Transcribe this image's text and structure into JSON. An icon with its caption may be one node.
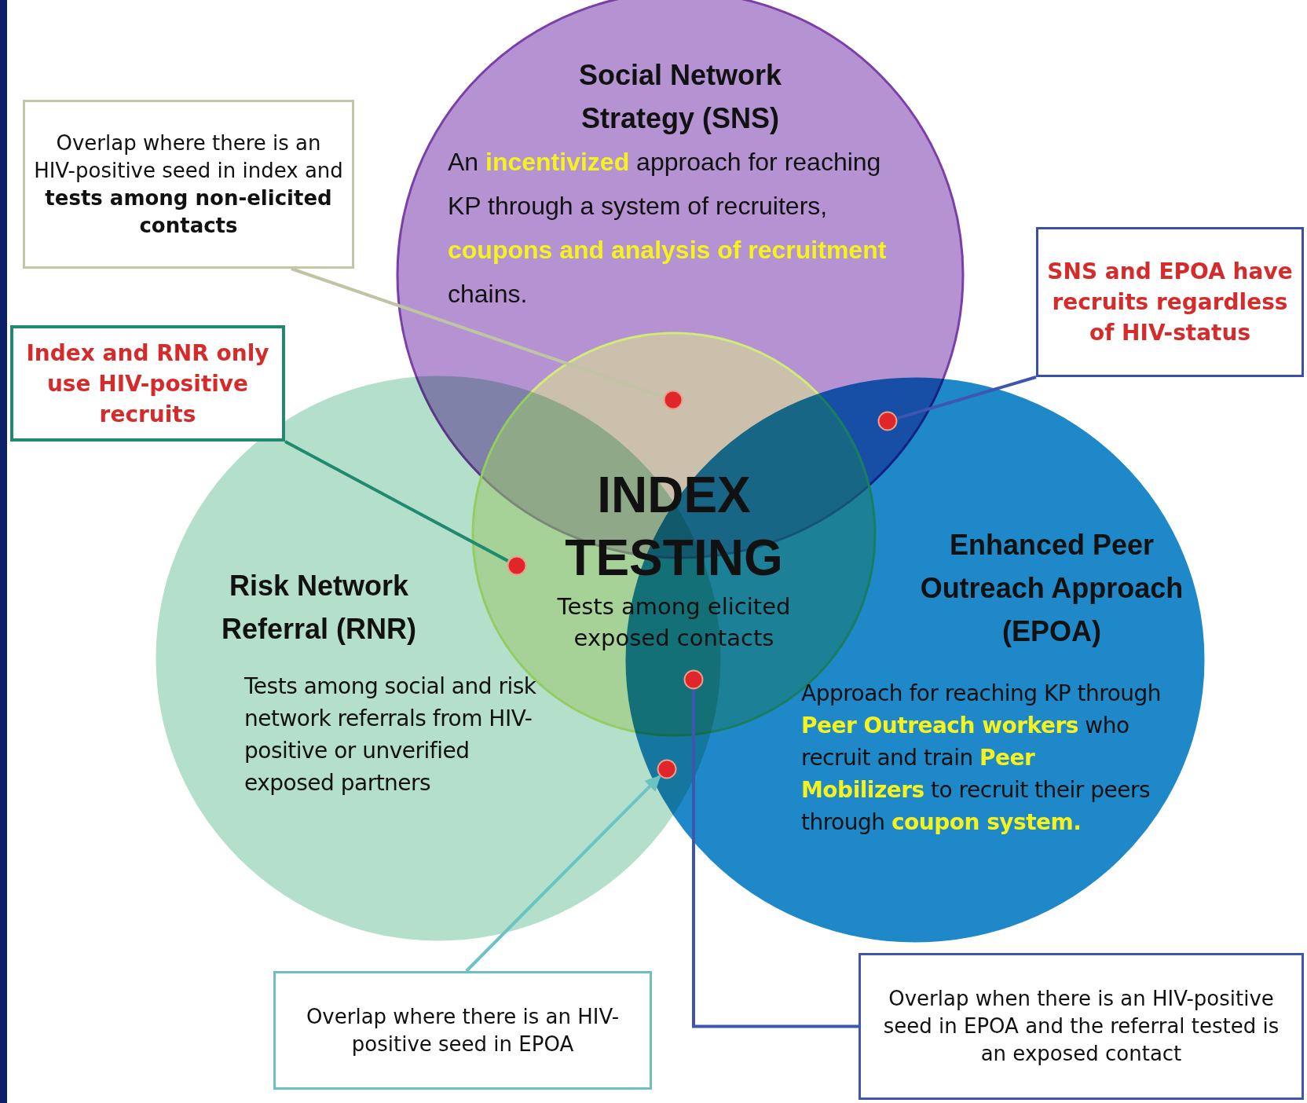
{
  "diagram": {
    "nodes": [
      {
        "text": [
          "Social Network Strategy (SNS)",
          "An **incentivized** approach for reaching KP through a system of recruiters, **coupons and analysis of recruitment** chains."
        ]
      },
      {
        "text": [
          "Overlap where there is an HIV-positive seed in index and **tests among non-elicited contacts**"
        ]
      },
      {
        "text": [
          "SNS and EPOA have recruits regardless of HIV-status"
        ]
      },
      {
        "text": [
          "Index and RNR only use HIV-positive recruits"
        ]
      },
      {
        "text": [
          "INDEX TESTING",
          "Tests among elicited exposed contacts"
        ]
      },
      {
        "text": [
          "Risk Network Referral (RNR)",
          "Tests among social and risk network referrals from HIV-positive or unverified exposed partners"
        ]
      },
      {
        "text": [
          "Enhanced Peer Outreach Approach (EPOA)",
          "Approach for reaching KP through **Peer Outreach workers** who recruit and train **Peer Mobilizers** to recruit their peers through **coupon system.**"
        ]
      },
      {
        "text": [],
        "shape": "circle"
      },
      {
        "text": [],
        "shape": "circle"
      },
      {
        "text": [],
        "shape": "circle"
      },
      {
        "text": [],
        "shape": "circle"
      },
      {
        "text": [],
        "shape": "circle"
      },
      {
        "text": [
          "Overlap where there is an HIV-positive seed in EPOA"
        ]
      },
      {
        "text": [
          "Overlap when there is an HIV-positive seed in EPOA and the referral tested is an exposed contact"
        ]
      }
    ],
    "edges": [
      {
        "from": 1,
        "to": 7,
        "arrow": "none",
        "color": "#c2c3a3"
      },
      {
        "from": 2,
        "to": 8,
        "arrow": "none",
        "color": "#3f55b0"
      },
      {
        "from": 3,
        "to": 9,
        "arrow": "none",
        "color": "#1f8a70"
      },
      {
        "from": 12,
        "to": 11,
        "arrow": "to",
        "color": "#6cc3c3"
      },
      {
        "from": 13,
        "to": 10,
        "arrow": "none",
        "color": "#3f55b0"
      }
    ]
  }
}
